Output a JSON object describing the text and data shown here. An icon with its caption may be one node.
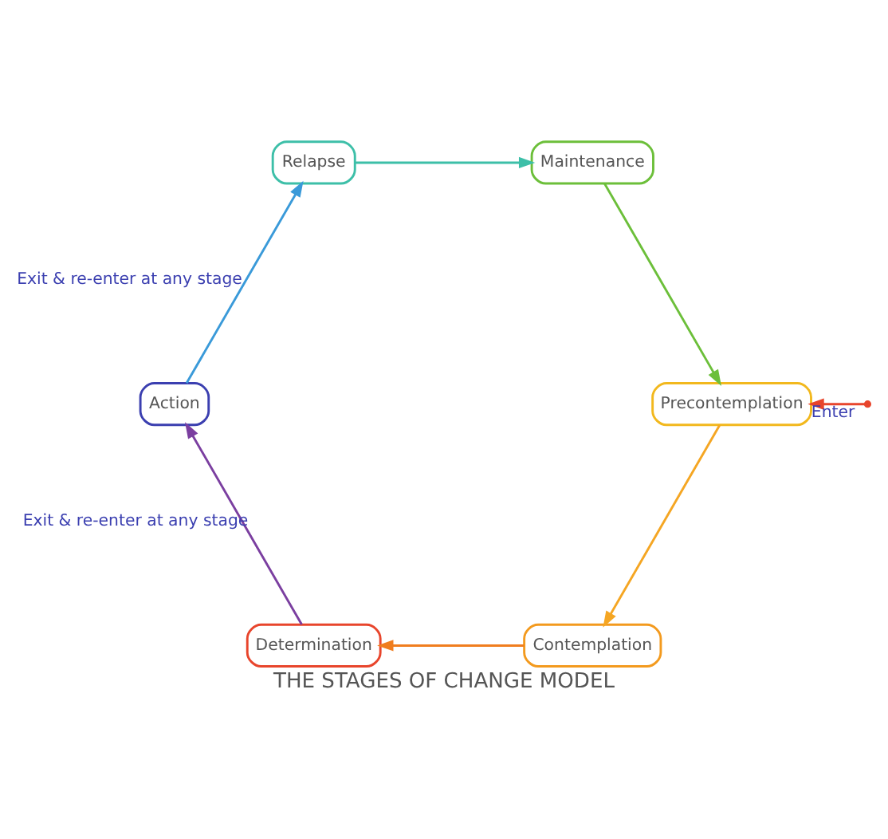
{
  "diagram": {
    "title": "THE STAGES OF CHANGE MODEL",
    "nodes": [
      {
        "text": [
          "Precontemplation"
        ]
      },
      {
        "text": [
          "Contemplation"
        ]
      },
      {
        "text": [
          "Determination"
        ]
      },
      {
        "text": [
          "Action"
        ]
      },
      {
        "text": [
          "Relapse"
        ]
      },
      {
        "text": [
          "Maintenance"
        ]
      }
    ],
    "edges": [
      {
        "from": null,
        "to": 0,
        "arrow": "to",
        "label": "Enter",
        "color": "#e8452c"
      },
      {
        "from": 0,
        "to": 1,
        "arrow": "to",
        "color": "#f5a623"
      },
      {
        "from": 1,
        "to": 2,
        "arrow": "to",
        "color": "#f07d1e"
      },
      {
        "from": 2,
        "to": 3,
        "arrow": "to",
        "label": "Exit & re-enter at any stage",
        "color": "#7b3fa0"
      },
      {
        "from": 3,
        "to": 4,
        "arrow": "to",
        "label": "Exit & re-enter at any stage",
        "color": "#3a9ad9"
      },
      {
        "from": 4,
        "to": 5,
        "arrow": "to",
        "color": "#3dbfa8"
      },
      {
        "from": 5,
        "to": 0,
        "arrow": "to",
        "color": "#6cbf3a"
      }
    ]
  }
}
